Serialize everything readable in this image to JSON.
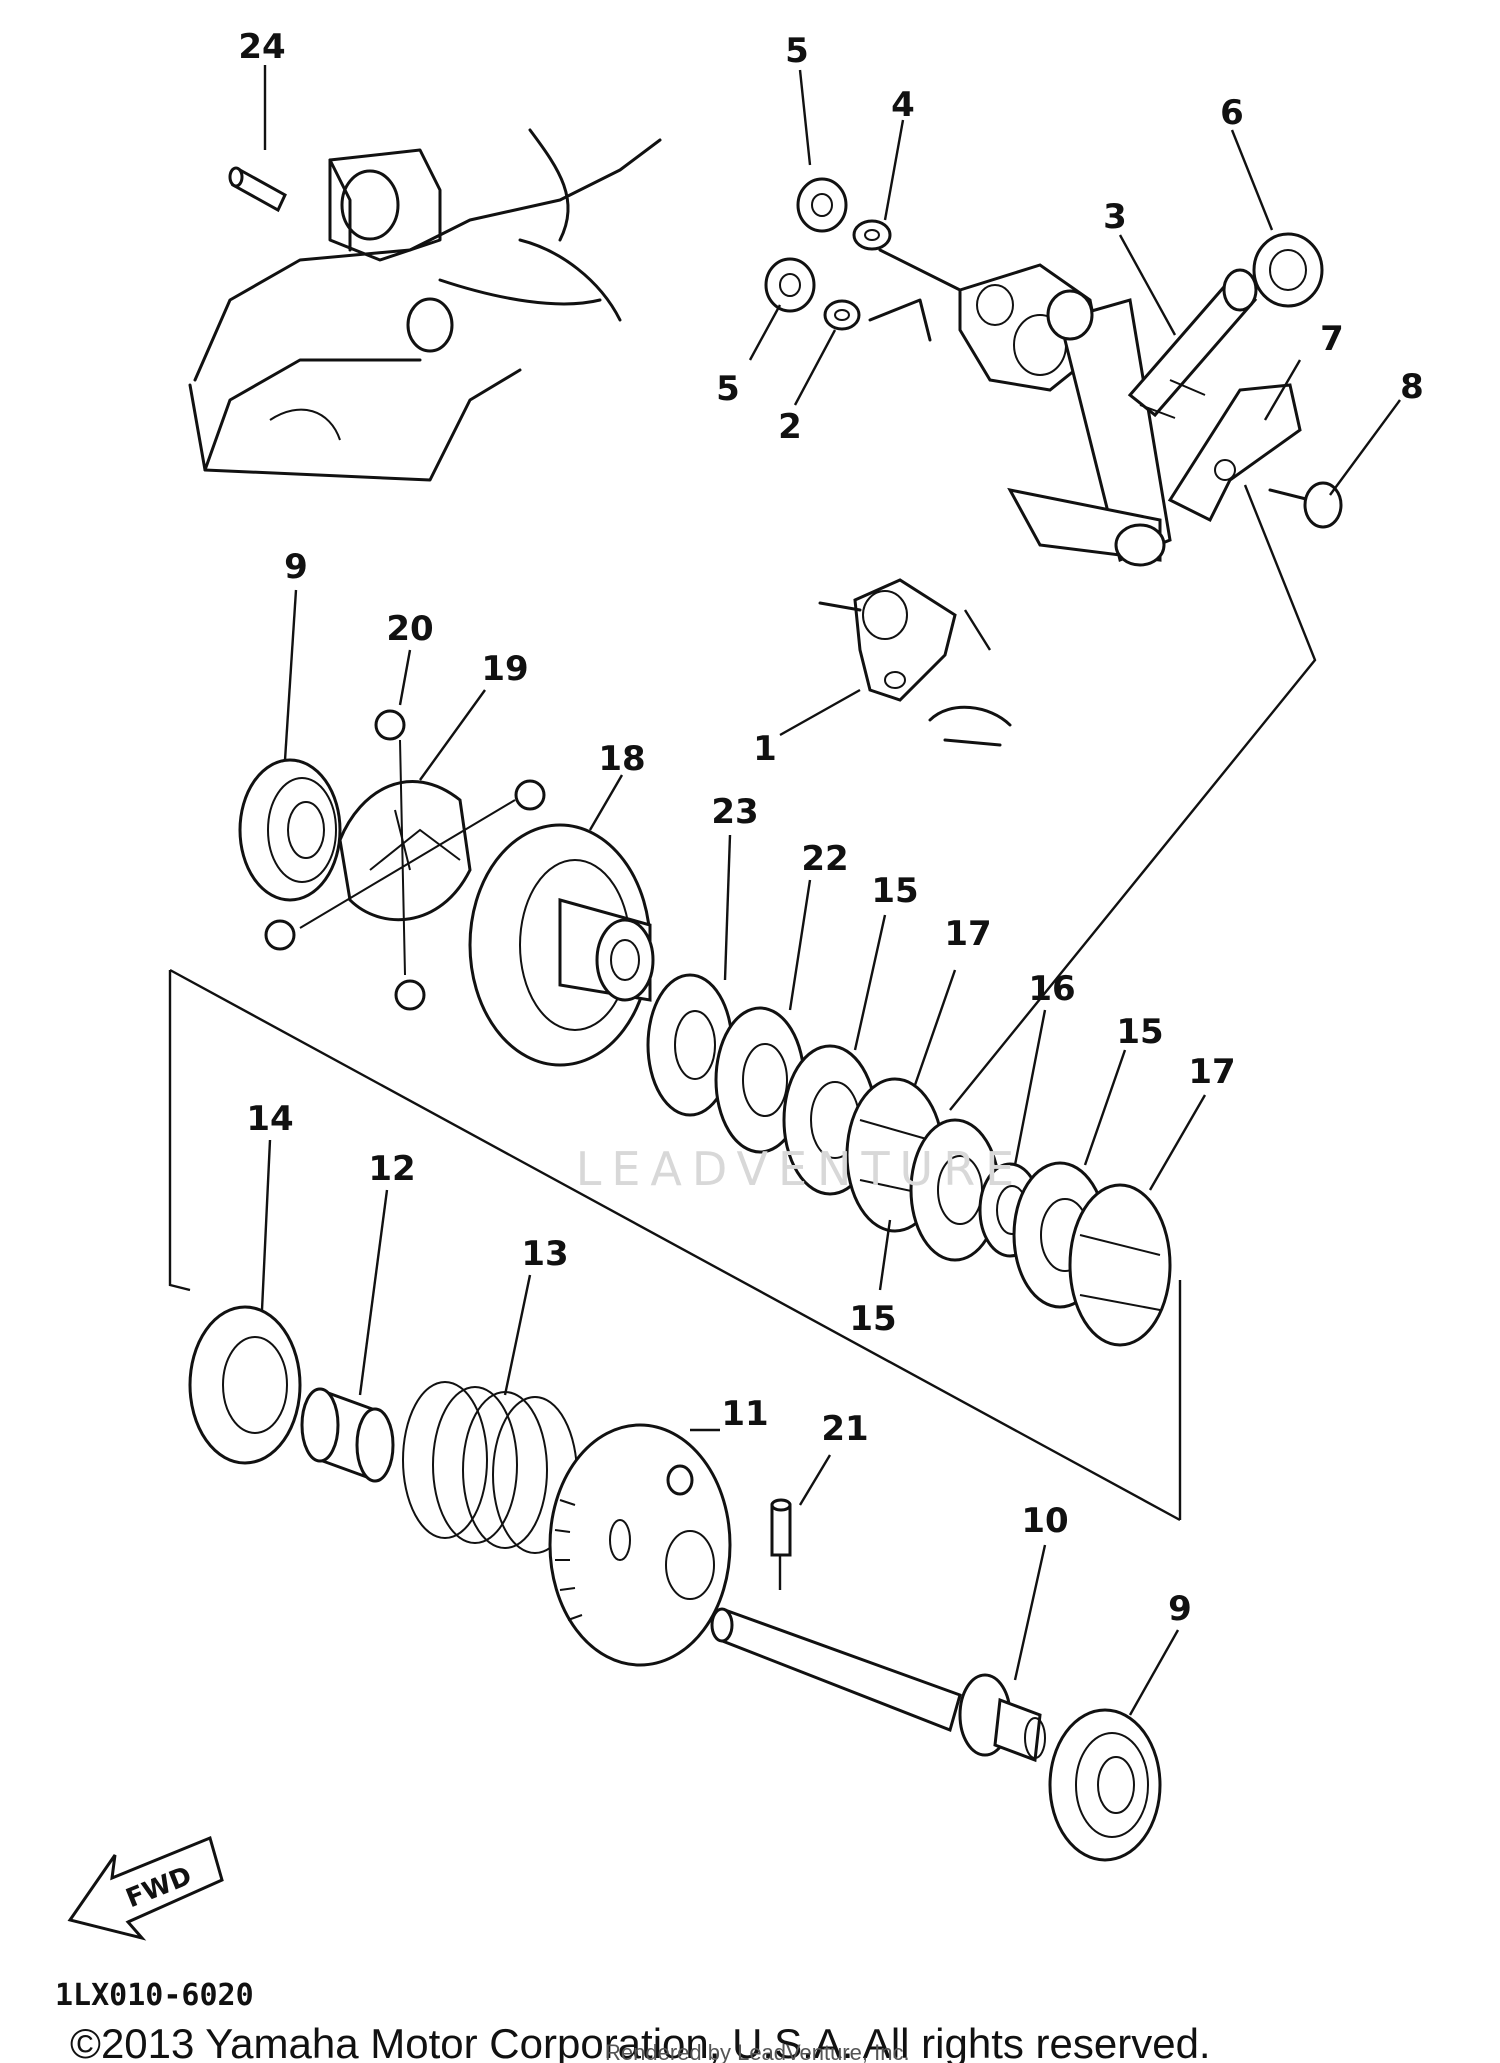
{
  "diagram": {
    "part_code": "1LX010-6020",
    "fwd_label": "FWD",
    "watermark": "LEADVENTURE",
    "copyright": "©2013 Yamaha Motor Corporation, U.S.A. All rights reserved.",
    "rendered_by": "Rendered by LeadVenture, Inc.",
    "callouts": [
      "24",
      "5",
      "4",
      "6",
      "3",
      "5",
      "2",
      "7",
      "8",
      "9",
      "20",
      "19",
      "1",
      "18",
      "23",
      "22",
      "15",
      "17",
      "16",
      "15",
      "17",
      "14",
      "12",
      "13",
      "15",
      "11",
      "21",
      "10",
      "9"
    ]
  }
}
